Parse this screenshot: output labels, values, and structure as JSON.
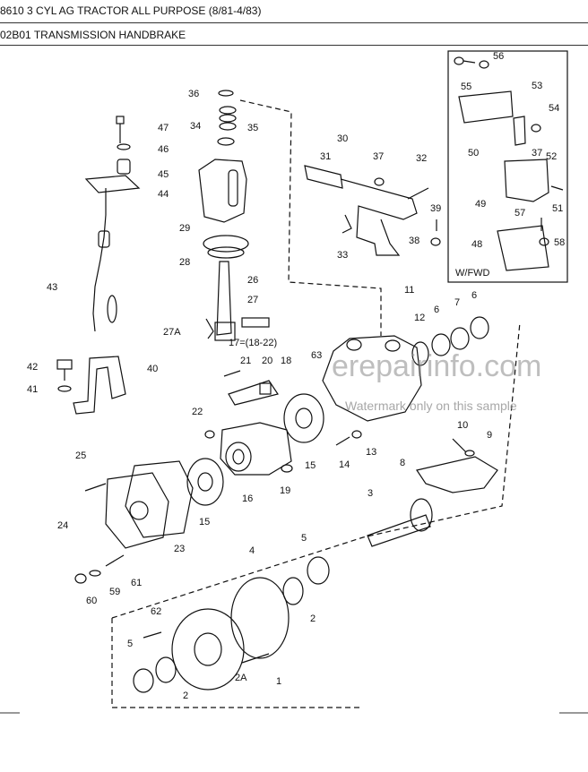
{
  "header": {
    "title": "8610 3 CYL AG TRACTOR ALL PURPOSE (8/81-4/83)",
    "subtitle": "02B01 TRANSMISSION HANDBRAKE"
  },
  "inset": {
    "caption": "W/FWD"
  },
  "watermark": {
    "site": "erepairinfo.com",
    "notice": "Watermark only on this sample"
  },
  "callouts": {
    "c1": "1",
    "c2a": "2",
    "c2b": "2",
    "c2A": "2A",
    "c3": "3",
    "c4": "4",
    "c5a": "5",
    "c5b": "5",
    "c6a": "6",
    "c6b": "6",
    "c7": "7",
    "c8": "8",
    "c9": "9",
    "c10": "10",
    "c11": "11",
    "c12": "12",
    "c13": "13",
    "c14": "14",
    "c15a": "15",
    "c15b": "15",
    "c16": "16",
    "c17": "17=(18-22)",
    "c18": "18",
    "c19": "19",
    "c20": "20",
    "c21": "21",
    "c22": "22",
    "c23": "23",
    "c24": "24",
    "c25": "25",
    "c26": "26",
    "c27": "27",
    "c27A": "27A",
    "c28": "28",
    "c29": "29",
    "c30": "30",
    "c31": "31",
    "c32": "32",
    "c33": "33",
    "c34": "34",
    "c35": "35",
    "c36": "36",
    "c37a": "37",
    "c37b": "37",
    "c38": "38",
    "c39": "39",
    "c40": "40",
    "c41": "41",
    "c42": "42",
    "c43": "43",
    "c44": "44",
    "c45": "45",
    "c46": "46",
    "c47": "47",
    "c48": "48",
    "c49": "49",
    "c50": "50",
    "c51": "51",
    "c52": "52",
    "c53": "53",
    "c54": "54",
    "c55": "55",
    "c56": "56",
    "c57": "57",
    "c58": "58",
    "c59": "59",
    "c60": "60",
    "c61": "61",
    "c62": "62",
    "c63": "63"
  }
}
